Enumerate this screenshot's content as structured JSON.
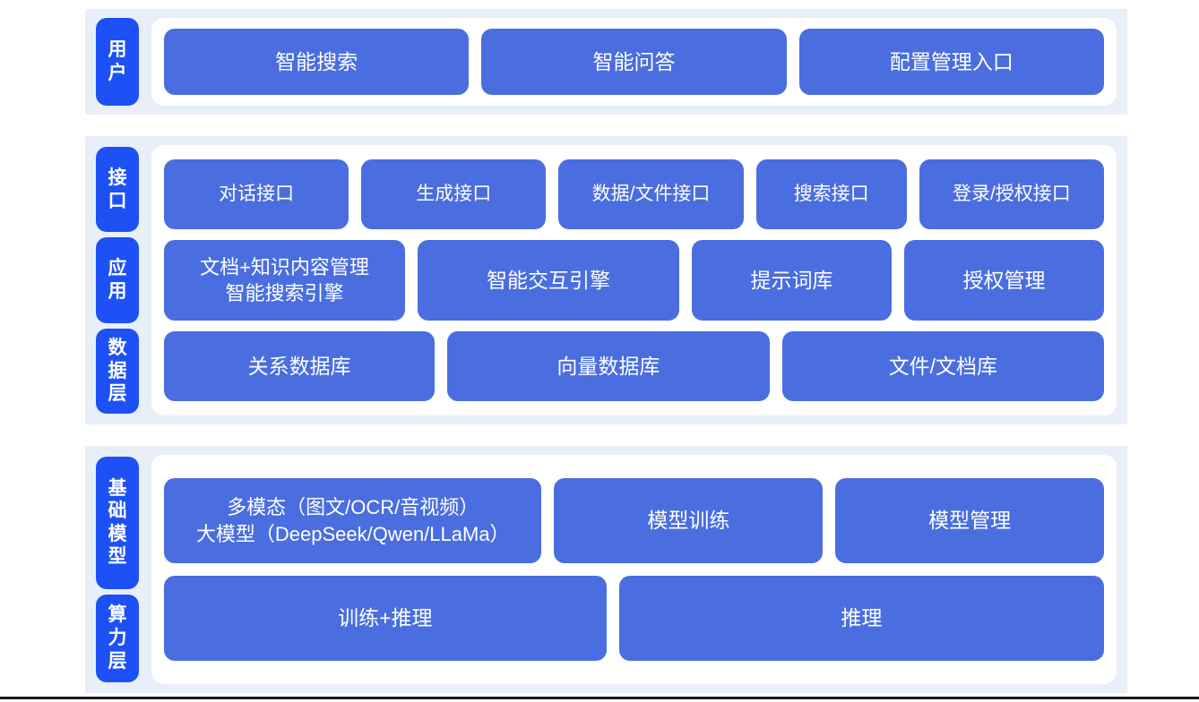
{
  "colors": {
    "tab_blue": "#1d51f5",
    "box_blue": "#4a6ee0",
    "band_blue": "#e9eff9",
    "card_white": "#ffffff",
    "rule_dark": "#1a1a1a"
  },
  "groups": [
    {
      "id": "user",
      "tabs": [
        {
          "label": "用户"
        }
      ],
      "rows": [
        {
          "id": "user-entries",
          "boxes": [
            {
              "label": "智能搜索"
            },
            {
              "label": "智能问答"
            },
            {
              "label": "配置管理入口"
            }
          ]
        }
      ]
    },
    {
      "id": "middle",
      "tabs": [
        {
          "label": "接口"
        },
        {
          "label": "应用"
        },
        {
          "label": "数据层"
        }
      ],
      "rows": [
        {
          "id": "interface-row",
          "boxes": [
            {
              "label": "对话接口"
            },
            {
              "label": "生成接口"
            },
            {
              "label": "数据/文件接口"
            },
            {
              "label": "搜索接口"
            },
            {
              "label": "登录/授权接口"
            }
          ]
        },
        {
          "id": "application-row",
          "boxes": [
            {
              "label": "文档+知识内容管理\n智能搜索引擎"
            },
            {
              "label": "智能交互引擎"
            },
            {
              "label": "提示词库"
            },
            {
              "label": "授权管理"
            }
          ]
        },
        {
          "id": "data-row",
          "boxes": [
            {
              "label": "关系数据库"
            },
            {
              "label": "向量数据库"
            },
            {
              "label": "文件/文档库"
            }
          ]
        }
      ]
    },
    {
      "id": "base",
      "tabs": [
        {
          "label": "基础模型"
        },
        {
          "label": "算力层"
        }
      ],
      "rows": [
        {
          "id": "model-row",
          "boxes": [
            {
              "label": "多模态（图文/OCR/音视频）\n大模型（DeepSeek/Qwen/LLaMa）"
            },
            {
              "label": "模型训练"
            },
            {
              "label": "模型管理"
            }
          ]
        },
        {
          "id": "compute-row",
          "boxes": [
            {
              "label": "训练+推理"
            },
            {
              "label": "推理"
            }
          ]
        }
      ]
    }
  ]
}
